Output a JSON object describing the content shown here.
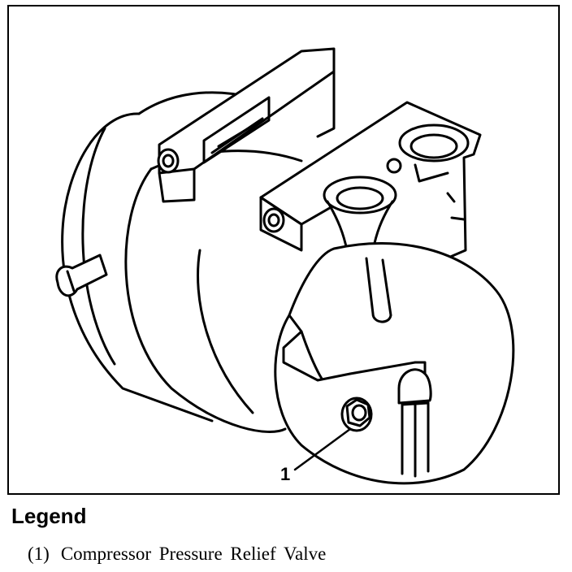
{
  "figure": {
    "callouts": [
      {
        "number": "1"
      }
    ]
  },
  "legend": {
    "title": "Legend",
    "items": [
      {
        "number": "(1)",
        "label": "Compressor Pressure Relief Valve"
      }
    ]
  }
}
